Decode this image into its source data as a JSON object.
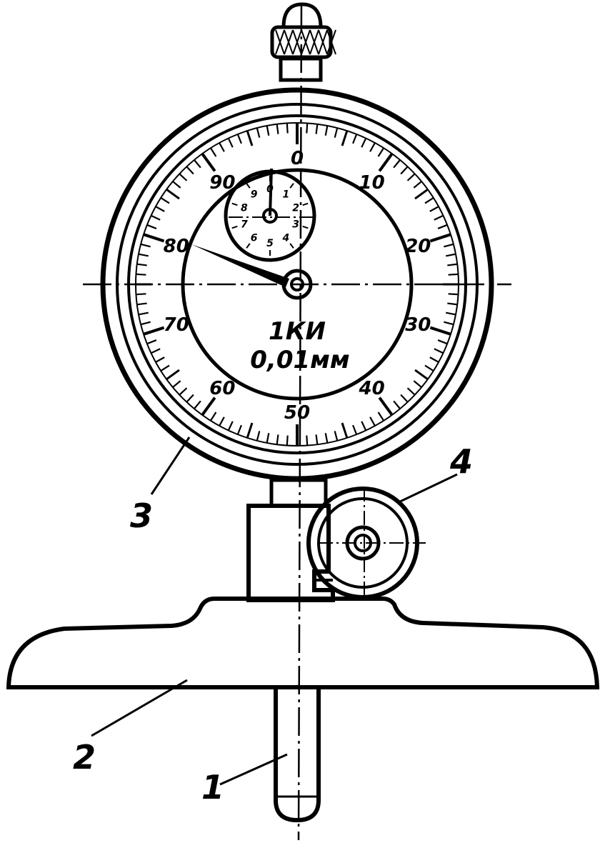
{
  "dial": {
    "major_numbers": [
      "0",
      "10",
      "20",
      "30",
      "40",
      "50",
      "60",
      "70",
      "80",
      "90"
    ],
    "small_dial_numbers": [
      "0",
      "1",
      "2",
      "3",
      "4",
      "5",
      "6",
      "7",
      "8",
      "9"
    ],
    "legend_line1": "1КИ",
    "legend_line2": "0,01мм",
    "main_tick_count": 100,
    "small_tick_count": 10
  },
  "callouts": [
    {
      "id": "stylus",
      "label": "1"
    },
    {
      "id": "base",
      "label": "2"
    },
    {
      "id": "indicator-body",
      "label": "3"
    },
    {
      "id": "clamp-screw",
      "label": "4"
    }
  ]
}
